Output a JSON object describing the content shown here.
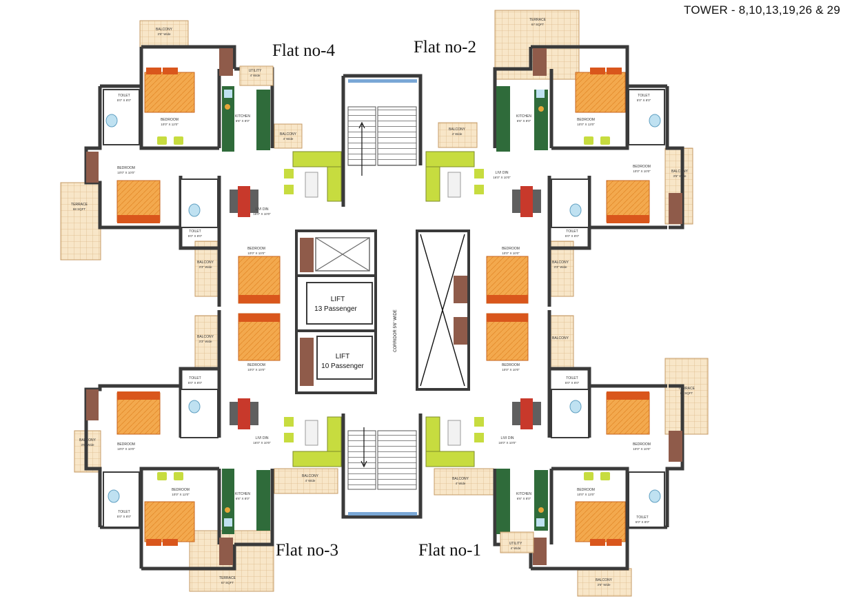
{
  "header": {
    "tower": "TOWER - 8,10,13,19,26 & 29"
  },
  "flats": [
    {
      "id": "4",
      "label": "Flat no-4"
    },
    {
      "id": "2",
      "label": "Flat no-2"
    },
    {
      "id": "3",
      "label": "Flat no-3"
    },
    {
      "id": "1",
      "label": "Flat no-1"
    }
  ],
  "core": {
    "lift_a": {
      "title": "LIFT",
      "capacity": "13 Passenger"
    },
    "lift_b": {
      "title": "LIFT",
      "capacity": "10 Passenger"
    },
    "corridor": "CORRIDOR 5'6\" WIDE"
  },
  "labels": {
    "balcony": "BALCONY",
    "bedroom": "BEDROOM",
    "toilet": "TOILET",
    "kitchen": "KITCHEN",
    "utility": "UTILITY",
    "terrace": "TERRACE",
    "livi_din": "LIVI DIN"
  },
  "dims": {
    "bed_master": "10'0\" X 13'0\"",
    "bed_a": "10'0\" X 12'0\"",
    "bed_10x10": "10'0\" X 10'0\"",
    "toilet_5x8": "5'0\" X 8'0\"",
    "kitchen": "6'6\" X 8'0\"",
    "livi_din": "16'0\" X 10'0\"",
    "balcony_4": "4' Wide",
    "balcony_33": "3'3\" Wide",
    "balcony_36": "3'6\" Wide",
    "terrace_67": "67 SQFT",
    "terrace_68": "68 SQFT",
    "utility_w": "4' Wide"
  },
  "colors": {
    "wall": "#3a3a3a",
    "bed": "#f3a94e",
    "pillow": "#d9561c",
    "kitchen": "#2f6b3a",
    "sofa": "#c7dc3f",
    "terrace": "#f7e3c3",
    "tile": "#e7c79a",
    "door": "#9a6a52"
  }
}
